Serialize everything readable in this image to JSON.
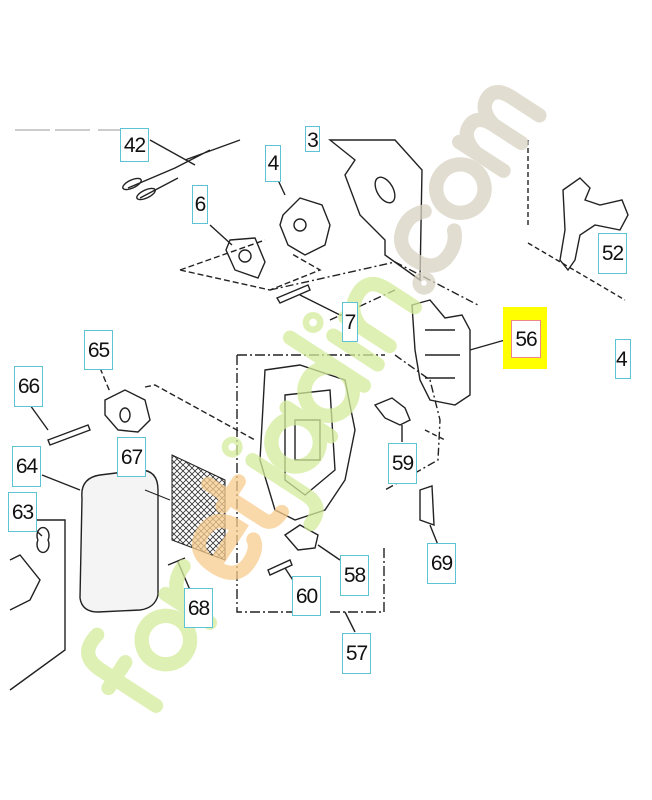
{
  "diagram": {
    "highlighted_part": "56",
    "highlight_color": "#ffff00",
    "label_border_color": "#5fc3d6",
    "labels": [
      "42",
      "3",
      "4",
      "6",
      "52",
      "7",
      "56",
      "4",
      "65",
      "66",
      "67",
      "59",
      "64",
      "63",
      "69",
      "58",
      "68",
      "60",
      "57"
    ]
  },
  "watermark": {
    "part1": "for",
    "part2": "et",
    "part3": "jardin",
    "part4": ".com",
    "colors": {
      "green": "#d4ec9a",
      "orange": "#f8cc8e",
      "gray": "#d8d2c2"
    }
  }
}
